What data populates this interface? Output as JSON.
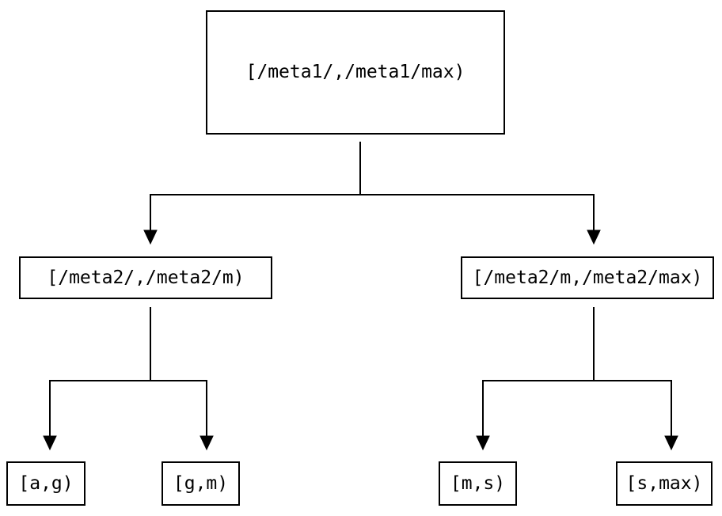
{
  "diagram": {
    "type": "tree",
    "description": "Binary interval-partition tree: root meta1 range splits into two meta2 ranges, each splitting into two key ranges",
    "colors": {
      "line": "#000000",
      "text": "#000000",
      "node_border": "#000000",
      "node_background": "#ffffff",
      "page_background": "#ffffff"
    },
    "nodes": {
      "root": {
        "label": "[/meta1/,/meta1/max)"
      },
      "meta2_low": {
        "label": "[/meta2/,/meta2/m)"
      },
      "meta2_high": {
        "label": "[/meta2/m,/meta2/max)"
      },
      "leaf_ag": {
        "label": "[a,g)"
      },
      "leaf_gm": {
        "label": "[g,m)"
      },
      "leaf_ms": {
        "label": "[m,s)"
      },
      "leaf_smax": {
        "label": "[s,max)"
      }
    },
    "edges": [
      {
        "from": "root",
        "to": "meta2_low"
      },
      {
        "from": "root",
        "to": "meta2_high"
      },
      {
        "from": "meta2_low",
        "to": "leaf_ag"
      },
      {
        "from": "meta2_low",
        "to": "leaf_gm"
      },
      {
        "from": "meta2_high",
        "to": "leaf_ms"
      },
      {
        "from": "meta2_high",
        "to": "leaf_smax"
      }
    ]
  }
}
